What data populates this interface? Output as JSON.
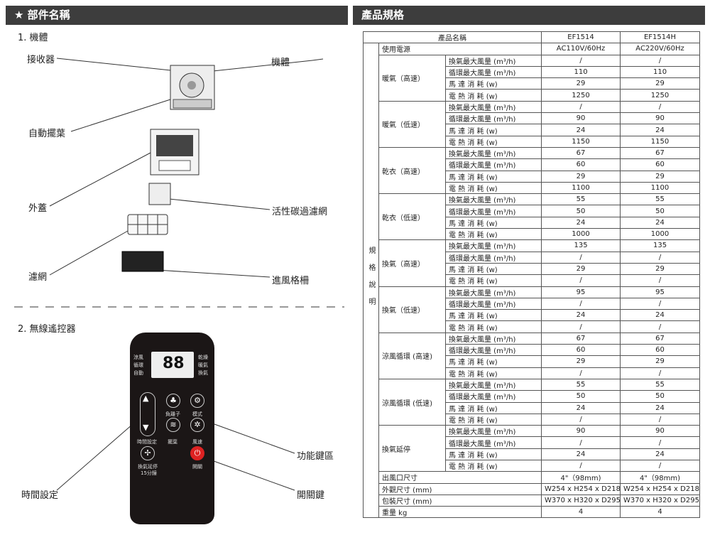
{
  "left_header": "★ 部件名稱",
  "right_header": "產品規格",
  "parts": {
    "section1": "1. 機體",
    "receiver": "接收器",
    "body": "機體",
    "louver": "自動擺葉",
    "cover": "外蓋",
    "carbon_filter": "活性碳過濾網",
    "filter": "濾網",
    "grille": "進風格柵",
    "section2": "2. 無線遙控器",
    "function_keys": "功能鍵區",
    "time_setting": "時間設定",
    "power_key": "開關鍵"
  },
  "remote": {
    "left_modes": [
      "涼風",
      "循環",
      "自動"
    ],
    "right_modes": [
      "乾燥",
      "暖氣",
      "換氣"
    ],
    "display": "88",
    "anion": "負離子",
    "mode": "模式",
    "timer": "時間設定",
    "swing": "擺葉",
    "speed": "風速",
    "delay": "換氣延停",
    "delay_sub": "15分鐘",
    "power": "開關"
  },
  "spec": {
    "header": {
      "name": "產品名稱",
      "models": [
        "EF1514",
        "EF1514H"
      ]
    },
    "side_label": "規格說明",
    "power": {
      "label": "使用電源",
      "values": [
        "AC110V/60Hz",
        "AC220V/60Hz"
      ]
    },
    "sub_labels": [
      "換氣最大風量 (m³/h)",
      "循環最大風量 (m³/h)",
      "馬 達 消 耗 (w)",
      "電 熱 消 耗 (w)"
    ],
    "groups": [
      {
        "name": "暖氣（高速）",
        "values": [
          "/",
          "110",
          "29",
          "1250"
        ]
      },
      {
        "name": "暖氣（低速）",
        "values": [
          "/",
          "90",
          "24",
          "1150"
        ]
      },
      {
        "name": "乾衣（高速）",
        "values": [
          "67",
          "60",
          "29",
          "1100"
        ]
      },
      {
        "name": "乾衣（低速）",
        "values": [
          "55",
          "50",
          "24",
          "1000"
        ]
      },
      {
        "name": "換氣（高速）",
        "values": [
          "135",
          "/",
          "29",
          "/"
        ]
      },
      {
        "name": "換氣（低速）",
        "values": [
          "95",
          "/",
          "24",
          "/"
        ]
      },
      {
        "name": "涼風循環 (高速)",
        "values": [
          "67",
          "60",
          "29",
          "/"
        ]
      },
      {
        "name": "涼風循環 (低速)",
        "values": [
          "55",
          "50",
          "24",
          "/"
        ]
      },
      {
        "name": "換氣延停",
        "values": [
          "90",
          "/",
          "24",
          "/"
        ]
      }
    ],
    "footer": [
      {
        "label": "出風口尺寸",
        "values": [
          "4\"（98mm)",
          "4\"（98mm)"
        ]
      },
      {
        "label": "外觀尺寸 (mm)",
        "values": [
          "W254 x H254 x D218",
          "W254 x H254 x D218"
        ]
      },
      {
        "label": "包裝尺寸 (mm)",
        "values": [
          "W370 x H320 x D295",
          "W370 x H320 x D295"
        ]
      },
      {
        "label": "重量 kg",
        "values": [
          "4",
          "4"
        ]
      }
    ]
  }
}
